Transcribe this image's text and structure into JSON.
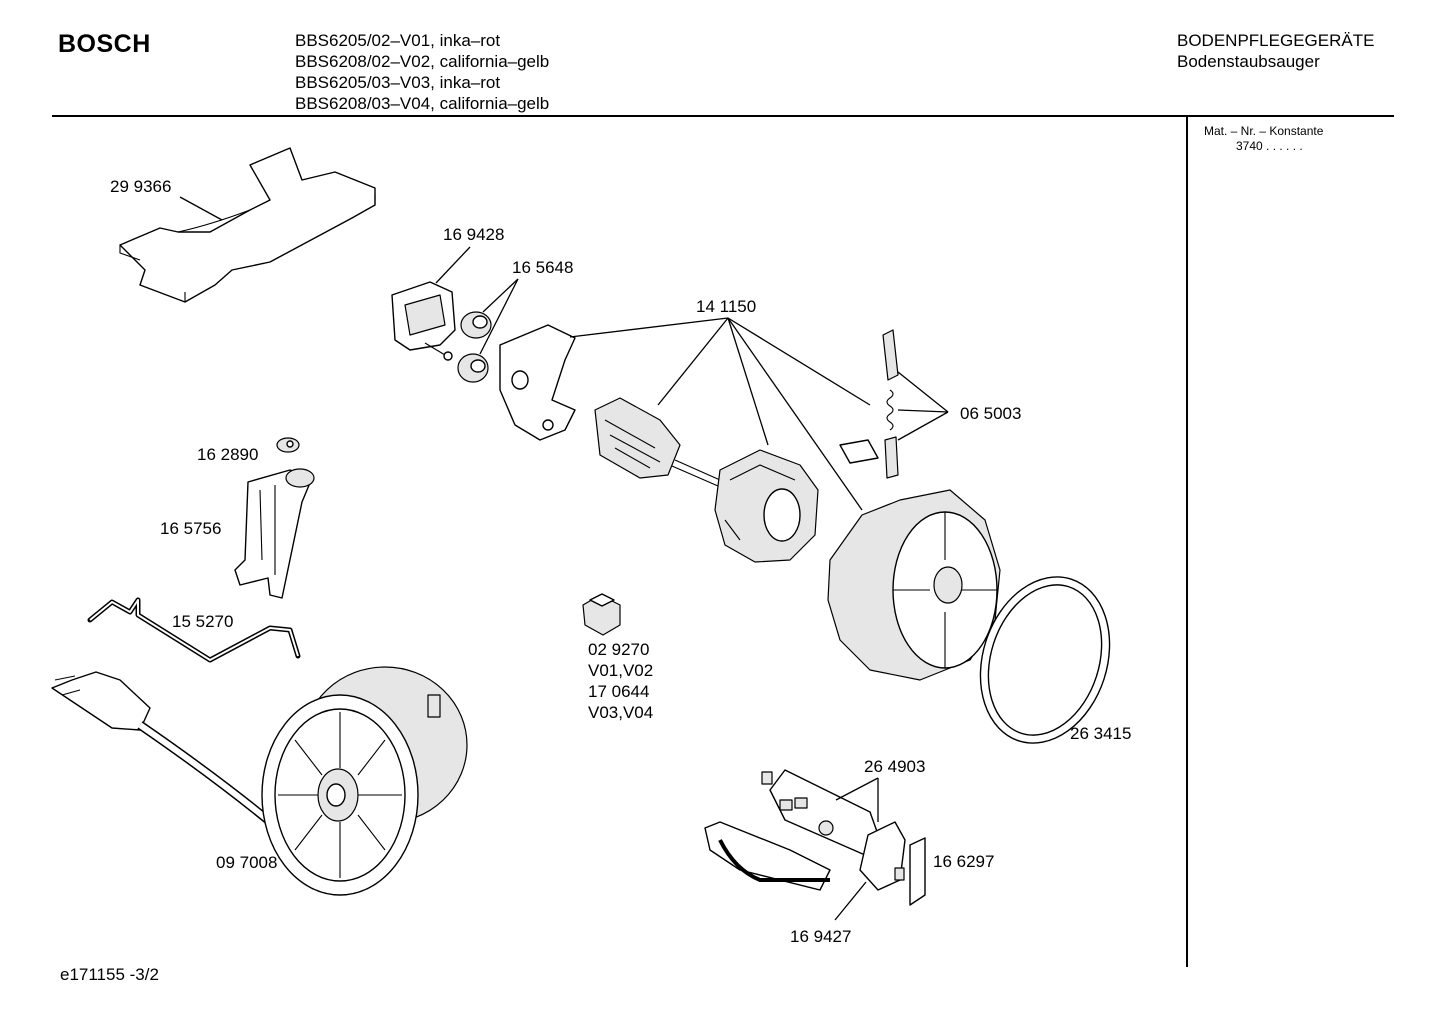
{
  "header": {
    "brand": "BOSCH",
    "models": [
      "BBS6205/02–V01, inka–rot",
      "BBS6208/02–V02, california–gelb",
      "BBS6205/03–V03, inka–rot",
      "BBS6208/03–V04, california–gelb"
    ],
    "category": "BODENPFLEGEGERÄTE",
    "subcategory": "Bodenstaubsauger"
  },
  "side_panel": {
    "title": "Mat. – Nr. – Konstante",
    "value": "3740  .  .    .  .  .  ."
  },
  "footer": {
    "doc_id": "e171155 -3/2"
  },
  "parts": [
    {
      "id": "299366",
      "label": "29 9366"
    },
    {
      "id": "169428",
      "label": "16 9428"
    },
    {
      "id": "165648",
      "label": "16 5648"
    },
    {
      "id": "141150",
      "label": "14 1150"
    },
    {
      "id": "065003",
      "label": "06 5003"
    },
    {
      "id": "162890",
      "label": "16 2890"
    },
    {
      "id": "165756",
      "label": "16 5756"
    },
    {
      "id": "155270",
      "label": "15 5270"
    },
    {
      "id": "029270",
      "label": "02 9270",
      "note_lines": [
        "V01,V02",
        "17 0644",
        "V03,V04"
      ]
    },
    {
      "id": "097008",
      "label": "09 7008"
    },
    {
      "id": "263415",
      "label": "26 3415"
    },
    {
      "id": "264903",
      "label": "26 4903"
    },
    {
      "id": "166297",
      "label": "16 6297"
    },
    {
      "id": "169427",
      "label": "16 9427"
    }
  ]
}
